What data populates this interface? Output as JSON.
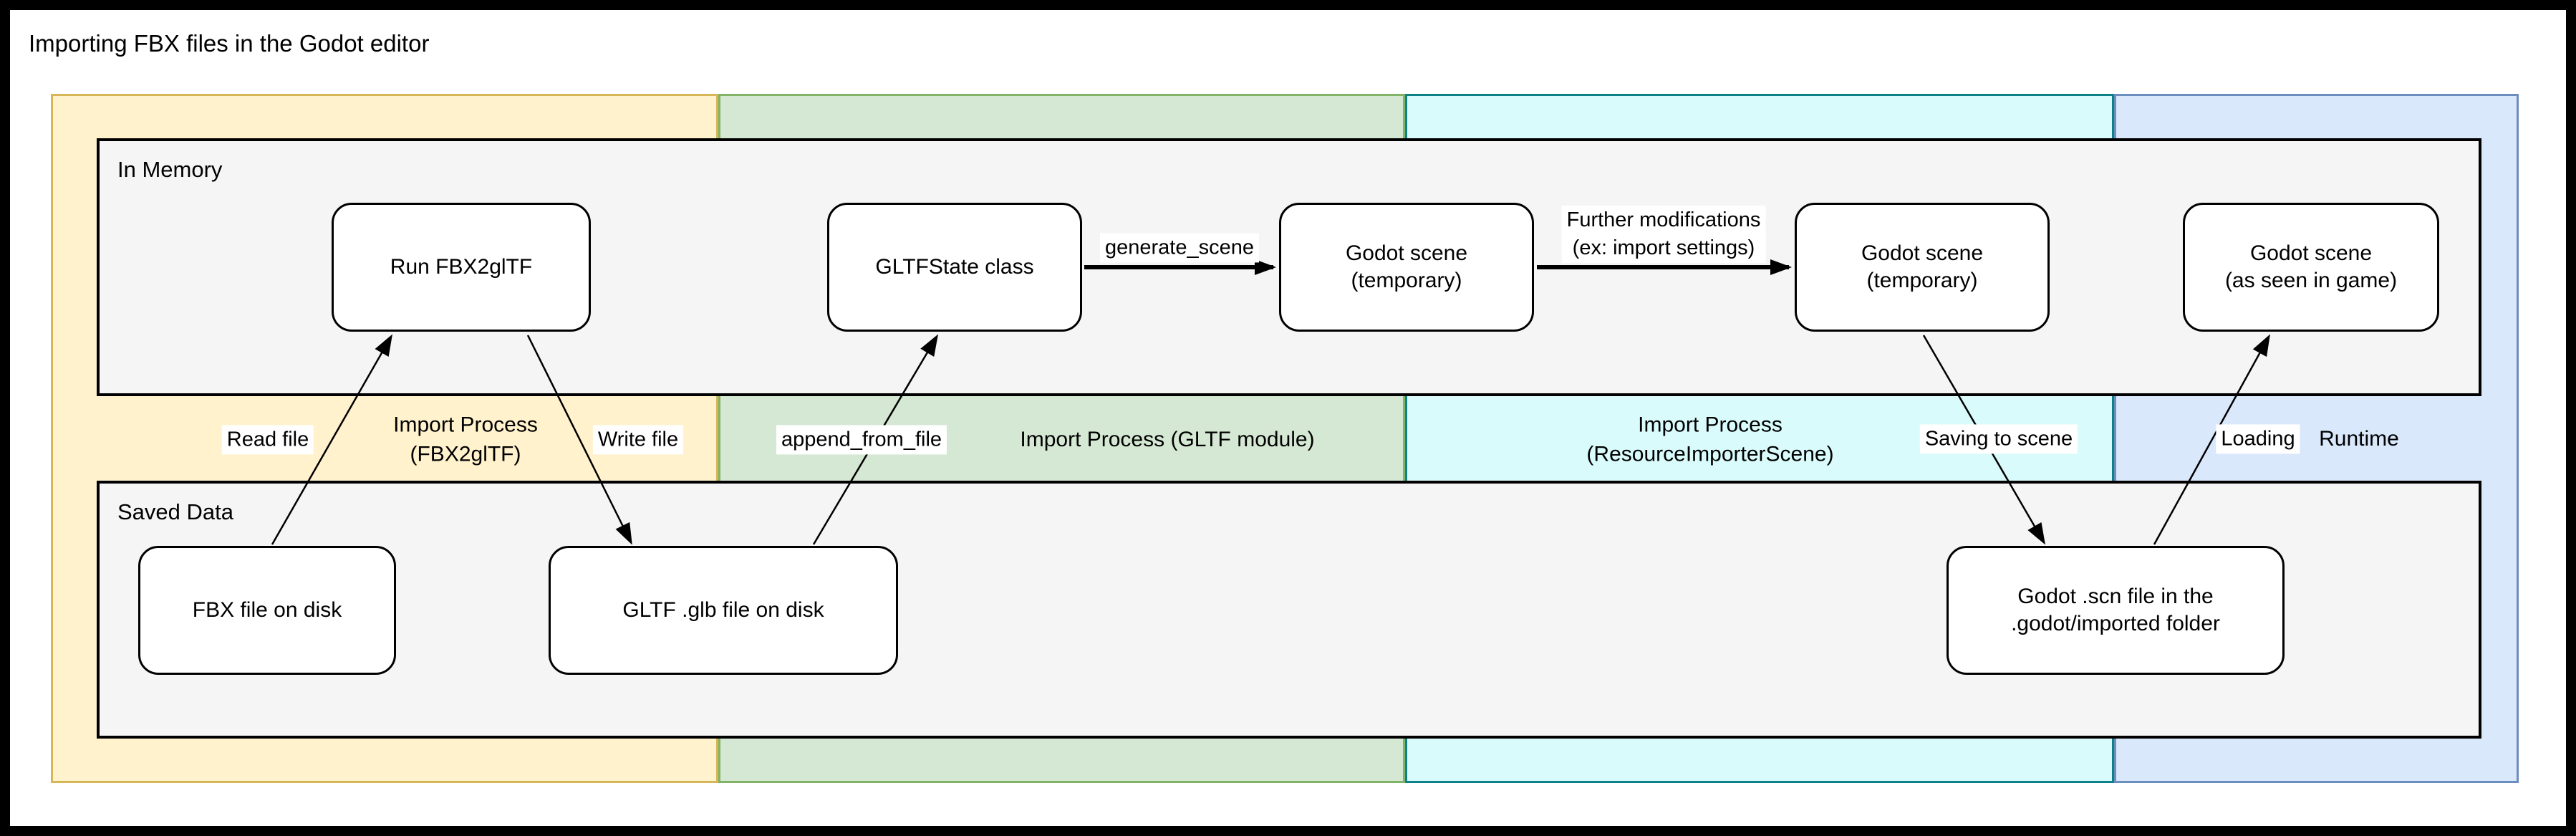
{
  "title": "Importing FBX files in the Godot editor",
  "lanes": {
    "in_memory": "In Memory",
    "saved_data": "Saved Data"
  },
  "columns": [
    {
      "name": "fbx2gltf",
      "title": "Import Process\n(FBX2glTF)",
      "fill": "#fff2cc",
      "stroke": "#d6b656"
    },
    {
      "name": "gltf_module",
      "title": "Import Process (GLTF module)",
      "fill": "#d5e8d4",
      "stroke": "#82b366"
    },
    {
      "name": "resource_importer_scene",
      "title": "Import Process\n(ResourceImporterScene)",
      "fill": "#d9fbfb",
      "stroke": "#0e8088"
    },
    {
      "name": "runtime",
      "title": "Runtime",
      "fill": "#dae8fc",
      "stroke": "#6c8ebf"
    }
  ],
  "nodes": {
    "run_fbx2gltf": "Run FBX2glTF",
    "gltfstate_class": "GLTFState class",
    "godot_scene_temp_1": "Godot scene\n(temporary)",
    "godot_scene_temp_2": "Godot scene\n(temporary)",
    "godot_scene_game": "Godot scene\n(as seen in game)",
    "fbx_file_on_disk": "FBX file on disk",
    "gltf_glb_file_on_disk": "GLTF .glb file on disk",
    "godot_scn_file": "Godot .scn file in the\n.godot/imported folder"
  },
  "edge_labels": {
    "read_file": "Read file",
    "write_file": "Write file",
    "append_from_file": "append_from_file",
    "generate_scene": "generate_scene",
    "further_modifications": "Further modifications\n(ex: import settings)",
    "saving_to_scene": "Saving to scene",
    "loading": "Loading"
  }
}
